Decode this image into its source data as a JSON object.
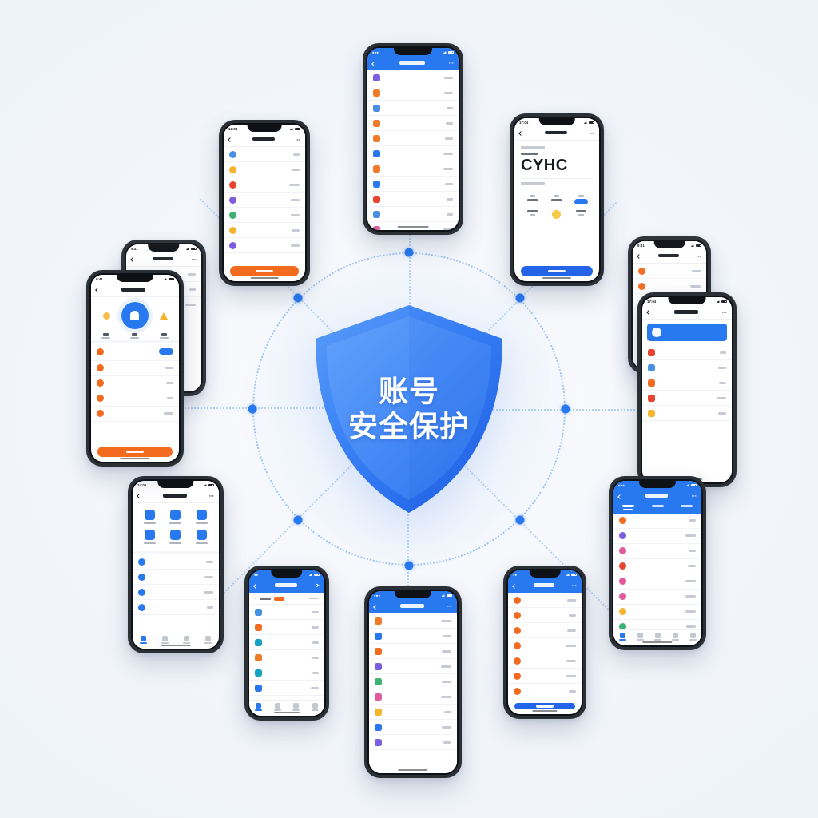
{
  "scene": {
    "title": "账号安全保护 hub diagram",
    "background_color": "#eef2f9",
    "accent_blue": "#2878f0",
    "accent_orange": "#f26b1f",
    "ring_color": "#9cc3f2"
  },
  "hub": {
    "icon": "shield-icon",
    "line1": "账号",
    "line2": "安全保护",
    "shield_gradient_from": "#4b90f7",
    "shield_gradient_to": "#2568ea",
    "node_count": 8
  },
  "phones": [
    {
      "id": "phone-top",
      "position": "top",
      "statusbar": {
        "time": "",
        "style": "blue"
      },
      "navbar": {
        "style": "blue",
        "title": "",
        "back_icon": "chevron-left-icon",
        "action_icon": "more-icon"
      },
      "layout": "list",
      "rows": 11,
      "has_cta": false,
      "cta_color": ""
    },
    {
      "id": "phone-top-left",
      "position": "top-left",
      "statusbar": {
        "time": "",
        "style": "white"
      },
      "navbar": {
        "style": "white",
        "title": "",
        "back_icon": "chevron-left-icon",
        "action_icon": "more-icon"
      },
      "layout": "list",
      "rows": 7,
      "has_cta": true,
      "cta_color": "orange"
    },
    {
      "id": "phone-top-right",
      "position": "top-right",
      "statusbar": {
        "time": "",
        "style": "white"
      },
      "navbar": {
        "style": "white",
        "title": "",
        "back_icon": "chevron-left-icon",
        "action_icon": "more-icon"
      },
      "layout": "profile",
      "big_text": "CYHC",
      "has_cta": true,
      "cta_color": "blue"
    },
    {
      "id": "phone-left-front",
      "position": "left-front",
      "statusbar": {
        "time": "",
        "style": "white"
      },
      "navbar": {
        "style": "white",
        "title": "",
        "back_icon": "chevron-left-icon",
        "action_icon": ""
      },
      "layout": "dashboard",
      "rows": 4,
      "has_cta": true,
      "cta_color": "orange"
    },
    {
      "id": "phone-left-back",
      "position": "left-back",
      "statusbar": {
        "time": "",
        "style": "white"
      },
      "navbar": {
        "style": "white",
        "title": "",
        "back_icon": "chevron-left-icon",
        "action_icon": "more-icon"
      },
      "layout": "list",
      "rows": 3,
      "has_cta": false,
      "cta_color": ""
    },
    {
      "id": "phone-bottom-left",
      "position": "bottom-left",
      "statusbar": {
        "time": "",
        "style": "white"
      },
      "navbar": {
        "style": "white",
        "title": "",
        "back_icon": "chevron-left-icon",
        "action_icon": "more-icon"
      },
      "layout": "grid",
      "grid_cells": 6,
      "rows": 4,
      "has_tabbar": true,
      "tabs": 4
    },
    {
      "id": "phone-bottom-left2",
      "position": "bottom-left-2",
      "statusbar": {
        "time": "",
        "style": "blue"
      },
      "navbar": {
        "style": "blue",
        "title": "",
        "back_icon": "chevron-left-icon",
        "action_icon": "refresh-icon"
      },
      "layout": "list-badge",
      "rows": 7,
      "has_tabbar": true,
      "tabs": 4
    },
    {
      "id": "phone-bottom-center",
      "position": "bottom-center",
      "statusbar": {
        "time": "",
        "style": "blue"
      },
      "navbar": {
        "style": "blue",
        "title": "",
        "back_icon": "chevron-left-icon",
        "action_icon": "more-icon"
      },
      "layout": "list",
      "rows": 9,
      "has_cta": false,
      "cta_color": ""
    },
    {
      "id": "phone-bottom-right2",
      "position": "bottom-right-2",
      "statusbar": {
        "time": "",
        "style": "blue"
      },
      "navbar": {
        "style": "blue",
        "title": "",
        "back_icon": "chevron-left-icon",
        "action_icon": "more-icon"
      },
      "layout": "list",
      "rows": 11,
      "has_cta": true,
      "cta_color": "blue"
    },
    {
      "id": "phone-bottom-right",
      "position": "bottom-right",
      "statusbar": {
        "time": "",
        "style": "blue"
      },
      "navbar": {
        "style": "blue",
        "title": "",
        "back_icon": "chevron-left-icon",
        "action_icon": "more-icon"
      },
      "layout": "tabs-list",
      "segments": 3,
      "rows": 11,
      "has_tabbar": true,
      "tabs": 5
    },
    {
      "id": "phone-right-front",
      "position": "right-front",
      "statusbar": {
        "time": "",
        "style": "white"
      },
      "navbar": {
        "style": "white",
        "title": "",
        "back_icon": "chevron-left-icon",
        "action_icon": "more-icon"
      },
      "layout": "highlight-list",
      "rows": 5,
      "has_cta": false,
      "cta_color": ""
    },
    {
      "id": "phone-right-back",
      "position": "right-back",
      "statusbar": {
        "time": "",
        "style": "white"
      },
      "navbar": {
        "style": "white",
        "title": "",
        "back_icon": "chevron-left-icon",
        "action_icon": "more-icon"
      },
      "layout": "list",
      "rows": 2,
      "has_cta": false,
      "cta_color": ""
    }
  ],
  "icon_palette": [
    "#2878f0",
    "#f26b1f",
    "#e8442f",
    "#f7b32b",
    "#3bb273",
    "#7b5fe0",
    "#17a2c4",
    "#e05a9c",
    "#4a90e2",
    "#ef7a2a"
  ]
}
